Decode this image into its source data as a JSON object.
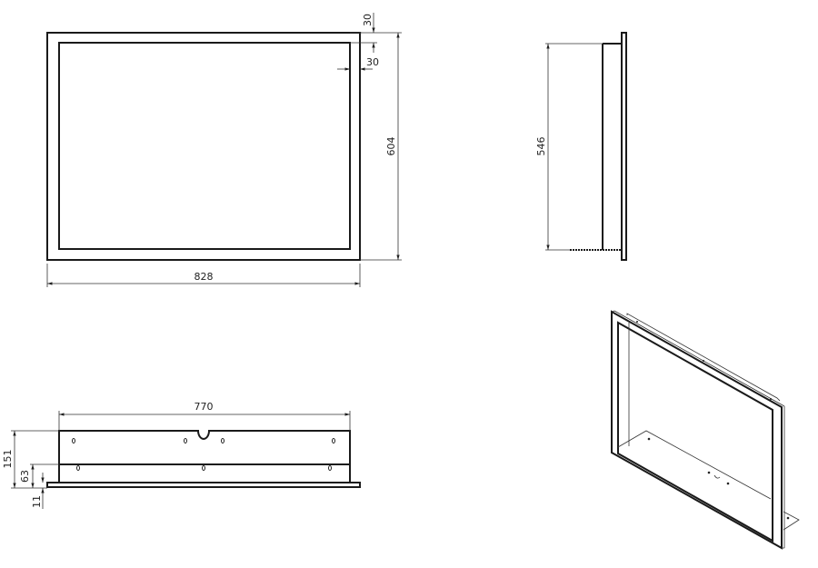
{
  "front_view": {
    "width_dim": "828",
    "height_dim": "604",
    "top_frame_dim": "30",
    "side_frame_dim": "30"
  },
  "side_view": {
    "depth_dim": "546"
  },
  "bottom_view": {
    "length_dim": "770",
    "total_height_dim": "151",
    "lower_height_dim": "63",
    "plate_thickness_dim": "11"
  },
  "colors": {
    "line": "#1a1a1a",
    "background": "#ffffff"
  }
}
